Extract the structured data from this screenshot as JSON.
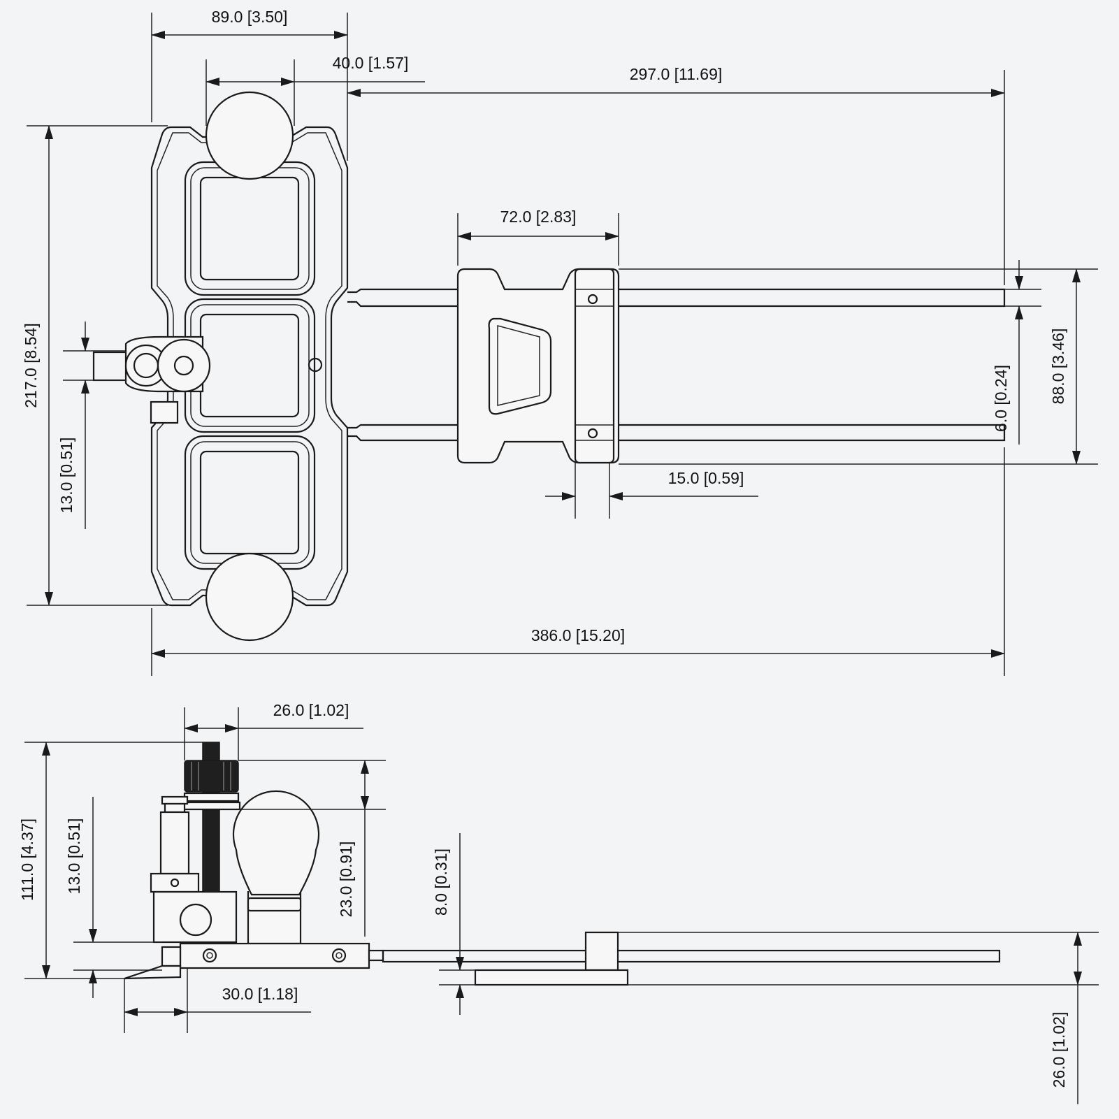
{
  "colors": {
    "background": "#f3f4f6",
    "line": "#1a1a1a"
  },
  "top_view": {
    "dims": {
      "width_89": "89.0 [3.50]",
      "ball_40": "40.0 [1.57]",
      "rod_297": "297.0 [11.69]",
      "clamp_72": "72.0 [2.83]",
      "height_217": "217.0 [8.54]",
      "knob_13": "13.0 [0.51]",
      "rod_6": "6.0 [0.24]",
      "spacing_88": "88.0 [3.46]",
      "block_15": "15.0 [0.59]",
      "total_386": "386.0 [15.20]"
    }
  },
  "side_view": {
    "dims": {
      "knob_26": "26.0 [1.02]",
      "height_111": "111.0 [4.37]",
      "plate_13": "13.0 [0.51]",
      "knob_23": "23.0 [0.91]",
      "gap_8": "8.0 [0.31]",
      "lip_30": "30.0 [1.18]",
      "rod_26": "26.0 [1.02]"
    }
  }
}
